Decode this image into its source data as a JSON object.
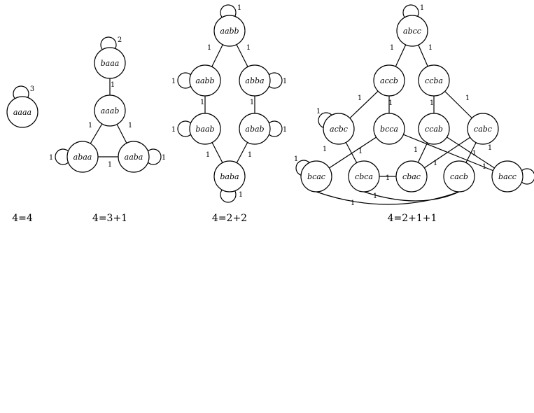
{
  "graphs": [
    {
      "caption": "4=4",
      "nodes": [
        {
          "id": "aaaa",
          "label": "aaaa",
          "loop": "3"
        }
      ],
      "edges": []
    },
    {
      "caption": "4=3+1",
      "nodes": [
        {
          "id": "baaa",
          "label": "baaa",
          "loop": "2"
        },
        {
          "id": "aaab",
          "label": "aaab"
        },
        {
          "id": "abaa",
          "label": "abaa",
          "loop": "1"
        },
        {
          "id": "aaba",
          "label": "aaba",
          "loop": "1"
        }
      ],
      "edges": [
        {
          "from": "baaa",
          "to": "aaab",
          "weight": "1"
        },
        {
          "from": "aaab",
          "to": "abaa",
          "weight": "1"
        },
        {
          "from": "aaab",
          "to": "aaba",
          "weight": "1"
        },
        {
          "from": "abaa",
          "to": "aaba",
          "weight": "1"
        }
      ]
    },
    {
      "caption": "4=2+2",
      "nodes": [
        {
          "id": "aabb_top",
          "label": "aabb",
          "loop": "1"
        },
        {
          "id": "aabb_l",
          "label": "aabb",
          "loop": "1"
        },
        {
          "id": "abba",
          "label": "abba",
          "loop": "1"
        },
        {
          "id": "baab",
          "label": "baab",
          "loop": "1"
        },
        {
          "id": "abab",
          "label": "abab",
          "loop": "1"
        },
        {
          "id": "baba",
          "label": "baba",
          "loop": "1"
        }
      ],
      "edges": [
        {
          "from": "aabb_top",
          "to": "aabb_l",
          "weight": "1"
        },
        {
          "from": "aabb_top",
          "to": "abba",
          "weight": "1"
        },
        {
          "from": "aabb_l",
          "to": "baab",
          "weight": "1"
        },
        {
          "from": "abba",
          "to": "abab",
          "weight": "1"
        },
        {
          "from": "baab",
          "to": "baba",
          "weight": "1"
        },
        {
          "from": "abab",
          "to": "baba",
          "weight": "1"
        }
      ]
    },
    {
      "caption": "4=2+1+1",
      "nodes": [
        {
          "id": "abcc",
          "label": "abcc",
          "loop": "1"
        },
        {
          "id": "accb",
          "label": "accb"
        },
        {
          "id": "ccba",
          "label": "ccba"
        },
        {
          "id": "acbc",
          "label": "acbc",
          "loop": "1"
        },
        {
          "id": "bcca",
          "label": "bcca"
        },
        {
          "id": "ccab",
          "label": "ccab"
        },
        {
          "id": "cabc",
          "label": "cabc"
        },
        {
          "id": "bcac",
          "label": "bcac",
          "loop": "1"
        },
        {
          "id": "cbca",
          "label": "cbca"
        },
        {
          "id": "cbac",
          "label": "cbac"
        },
        {
          "id": "cacb",
          "label": "cacb"
        },
        {
          "id": "bacc",
          "label": "bacc",
          "loop": "1"
        }
      ],
      "edges": [
        {
          "from": "abcc",
          "to": "accb",
          "weight": "1"
        },
        {
          "from": "abcc",
          "to": "ccba",
          "weight": "1"
        },
        {
          "from": "accb",
          "to": "acbc",
          "weight": "1"
        },
        {
          "from": "accb",
          "to": "bcca",
          "weight": "1"
        },
        {
          "from": "ccba",
          "to": "ccab",
          "weight": "1"
        },
        {
          "from": "ccba",
          "to": "cabc",
          "weight": "1"
        },
        {
          "from": "bcca",
          "to": "bcac",
          "weight": "1"
        },
        {
          "from": "bcca",
          "to": "bacc",
          "weight": "1"
        },
        {
          "from": "acbc",
          "to": "cbca",
          "weight": "1"
        },
        {
          "from": "ccab",
          "to": "cbac",
          "weight": "1"
        },
        {
          "from": "ccab",
          "to": "bacc",
          "weight": "1"
        },
        {
          "from": "cabc",
          "to": "cbac",
          "weight": "1"
        },
        {
          "from": "cabc",
          "to": "cacb",
          "weight": "1"
        },
        {
          "from": "cbca",
          "to": "cbac",
          "weight": "1"
        },
        {
          "from": "bcac",
          "to": "cacb",
          "weight": "1",
          "curve": true
        },
        {
          "from": "cbca",
          "to": "cacb",
          "weight": "1",
          "curve": true
        }
      ]
    }
  ]
}
